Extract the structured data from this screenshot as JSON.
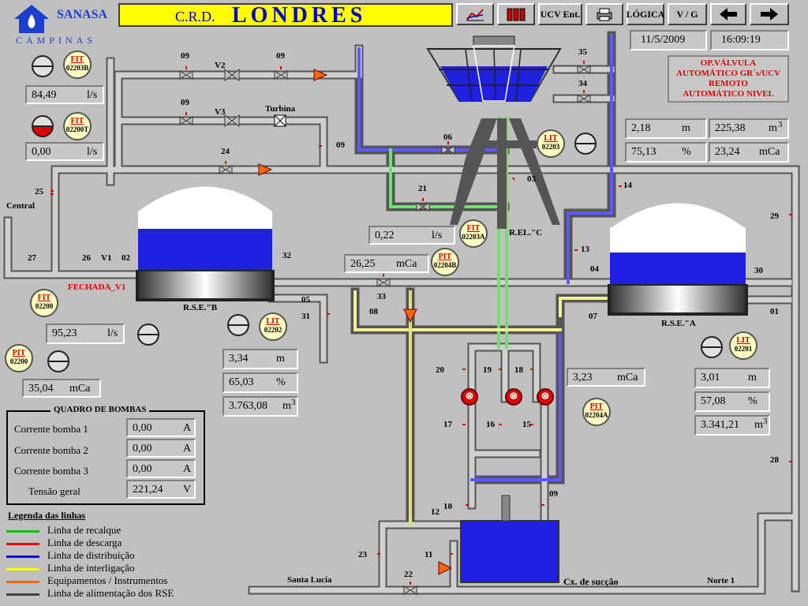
{
  "header": {
    "company": "SANASA",
    "company_sub": "CAMPINAS",
    "crd": "C.R.D.",
    "station": "LONDRES",
    "buttons": [
      "ucv_ent",
      "logica",
      "vg"
    ],
    "ucv_label": "UCV Ent.",
    "logica_label": "LÓGICA",
    "vg_label": "V / G",
    "date": "11/5/2009",
    "time": "16:09:19"
  },
  "status": {
    "line1": "OP.VÁLVULA",
    "line2": "AUTOMÁTICO GR´s/UCV",
    "line3": "REMOTO",
    "line4": "AUTOMÁTICO NIVEL"
  },
  "fit_02203b": {
    "t1": "FIT",
    "t2": "02203B",
    "value": "84,49",
    "unit": "l/s"
  },
  "fit_02200t": {
    "t1": "FIT",
    "t2": "02200T",
    "value": "0,00",
    "unit": "l/s"
  },
  "fit_02200": {
    "t1": "FIT",
    "t2": "02200",
    "value": "95,23",
    "unit": "l/s"
  },
  "pit_02200": {
    "t1": "PIT",
    "t2": "02200",
    "value": "35,04",
    "unit": "mCa"
  },
  "fit_02203a": {
    "t1": "FIT",
    "t2": "02203A",
    "value": "0,22",
    "unit": "l/s"
  },
  "pit_02204b": {
    "t1": "PIT",
    "t2": "02204B",
    "value": "26,25",
    "unit": "mCa"
  },
  "pit_02204a": {
    "t1": "PIT",
    "t2": "02204A",
    "value": "3,23",
    "unit": "mCa"
  },
  "lit_02203": {
    "t1": "LIT",
    "t2": "02203",
    "level": "2,18",
    "level_unit": "m",
    "volume": "225,38",
    "volume_unit": "m",
    "percent": "75,13",
    "percent_unit": "%",
    "pressure": "23,24",
    "pressure_unit": "mCa"
  },
  "lit_02202": {
    "t1": "LIT",
    "t2": "02202",
    "level": "3,34",
    "level_unit": "m",
    "percent": "65,03",
    "percent_unit": "%",
    "volume": "3.763,08",
    "volume_unit": "m"
  },
  "lit_02201": {
    "t1": "LIT",
    "t2": "02201",
    "level": "3,01",
    "level_unit": "m",
    "percent": "57,08",
    "percent_unit": "%",
    "volume": "3.341,21",
    "volume_unit": "m"
  },
  "cube": "3",
  "reservoirs": {
    "rse_b": "R.S.E.\"B",
    "rse_a": "R.S.E.\"A",
    "rel_c": "R.EL.\"C",
    "fechada": "FECHADA_V1"
  },
  "labels": {
    "central": "Central",
    "turbina": "Turbina",
    "santa_lucia": "Santa Lucia",
    "cx_succao": "Cx. de sucção",
    "norte": "Norte 1"
  },
  "valves": [
    "09",
    "09",
    "09",
    "09",
    "V2",
    "V3",
    "24",
    "25",
    "27",
    "26",
    "V1",
    "02",
    "06",
    "21",
    "03",
    "32",
    "05",
    "31",
    "33",
    "08",
    "35",
    "34",
    "14",
    "13",
    "04",
    "07",
    "30",
    "01",
    "29",
    "28",
    "20",
    "19",
    "18",
    "17",
    "16",
    "15",
    "10",
    "09",
    "12",
    "11",
    "23",
    "22"
  ],
  "pumps_board": {
    "title": "QUADRO DE BOMBAS",
    "rows": [
      {
        "label": "Corrente bomba 1",
        "value": "0,00",
        "unit": "A"
      },
      {
        "label": "Corrente bomba 2",
        "value": "0,00",
        "unit": "A"
      },
      {
        "label": "Corrente bomba 3",
        "value": "0,00",
        "unit": "A"
      },
      {
        "label": "Tensão geral",
        "value": "221,24",
        "unit": "V"
      }
    ]
  },
  "legend": {
    "title": "Legenda  das  linhas",
    "items": [
      {
        "label": "Linha de recalque",
        "color": "#00c000"
      },
      {
        "label": "Linha de descarga",
        "color": "#ff0000"
      },
      {
        "label": "Linha de distribuição",
        "color": "#0000ff"
      },
      {
        "label": "Linha de interligação",
        "color": "#ffff00"
      },
      {
        "label": "Equipamentos / Instrumentos",
        "color": "#ff6600"
      },
      {
        "label": "Linha de alimentação dos RSE",
        "color": "#404040"
      }
    ]
  },
  "colors": {
    "pipe": "#a8a8a8",
    "water": "#2020e0",
    "alarm": "#e00000",
    "title_bg": "#ffff00"
  }
}
